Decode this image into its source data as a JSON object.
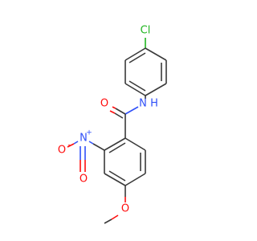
{
  "colors": {
    "bond": "#3a3a3a",
    "carbon": "#3a3a3a",
    "oxygen": "#ff0d0d",
    "nitrogen": "#3050f8",
    "chlorine": "#1fb51f"
  },
  "atoms": {
    "chlorine": "Cl",
    "amide_nitrogen": "N",
    "amide_hydrogen": "H",
    "carbonyl_oxygen": "O",
    "nitro_nitrogen": "N",
    "nitro_nitrogen_charge": "+",
    "nitro_oxygen_left": "O",
    "nitro_oxygen_left_charge": "-",
    "nitro_oxygen_down": "O",
    "methoxy_oxygen": "O"
  }
}
